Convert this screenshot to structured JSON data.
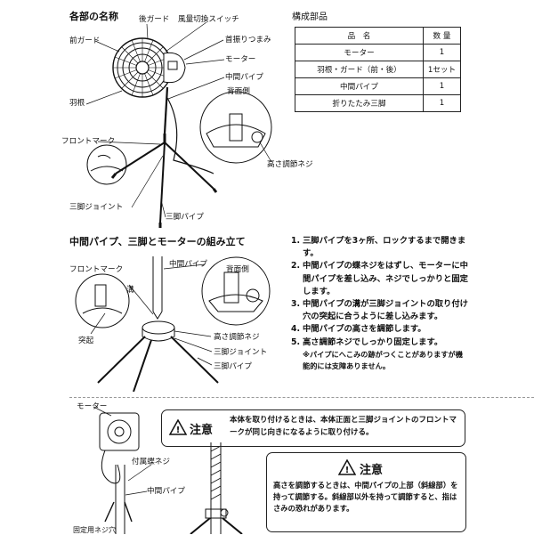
{
  "section1": {
    "title": "各部の名称",
    "labels": {
      "rear_guard": "後ガード",
      "speed_switch": "風量切換スイッチ",
      "front_guard": "前ガード",
      "swing_knob": "首振りつまみ",
      "motor": "モーター",
      "middle_pipe": "中間パイプ",
      "blade": "羽根",
      "back_side": "背面側",
      "front_mark": "フロントマーク",
      "height_screw": "高さ調節ネジ",
      "tripod_joint": "三脚ジョイント",
      "tripod_pipe": "三脚パイプ"
    }
  },
  "parts_table": {
    "title": "構成部品",
    "headers": [
      "品　名",
      "数 量"
    ],
    "rows": [
      [
        "モーター",
        "1"
      ],
      [
        "羽根・ガード（前・後）",
        "1セット"
      ],
      [
        "中間パイプ",
        "1"
      ],
      [
        "折りたたみ三脚",
        "1"
      ]
    ]
  },
  "section2": {
    "title": "中間パイプ、三脚とモーターの組み立て",
    "labels": {
      "front_mark": "フロントマーク",
      "middle_pipe": "中間パイプ",
      "groove": "溝",
      "back_side": "背面側",
      "protrusion": "突起",
      "height_screw": "高さ調節ネジ",
      "tripod_joint": "三脚ジョイント",
      "tripod_pipe": "三脚パイプ"
    },
    "steps": [
      {
        "num": "1.",
        "text": "三脚パイプを3ヶ所、ロックするまで開きます。"
      },
      {
        "num": "2.",
        "text": "中間パイプの蝶ネジをはずし、モーターに中間パイプを差し込み、ネジでしっかりと固定します。"
      },
      {
        "num": "3.",
        "text": "中間パイプの溝が三脚ジョイントの取り付け穴の突起に合うように差し込みます。"
      },
      {
        "num": "4.",
        "text": "中間パイプの高さを調節します。"
      },
      {
        "num": "5.",
        "text": "高さ調節ネジでしっかり固定します。"
      }
    ],
    "note": "※パイプにへこみの跡がつくことがありますが機能的には支障ありません。"
  },
  "section3": {
    "labels": {
      "motor": "モーター",
      "wing_screw": "付属蝶ネジ",
      "middle_pipe": "中間パイプ",
      "fix_hole": "固定用ネジ穴"
    }
  },
  "caution1": {
    "icon_mark": "!",
    "heading": "注意",
    "text": "本体を取り付けるときは、本体正面と三脚ジョイントのフロントマークが同じ向きになるように取り付ける。"
  },
  "caution2": {
    "icon_mark": "!",
    "heading": "注意",
    "text": "高さを調節するときは、中間パイプの上部（斜線部）を持って調節する。斜線部以外を持って調節すると、指はさみの恐れがあります。"
  },
  "colors": {
    "ink": "#111111",
    "border": "#222222"
  }
}
